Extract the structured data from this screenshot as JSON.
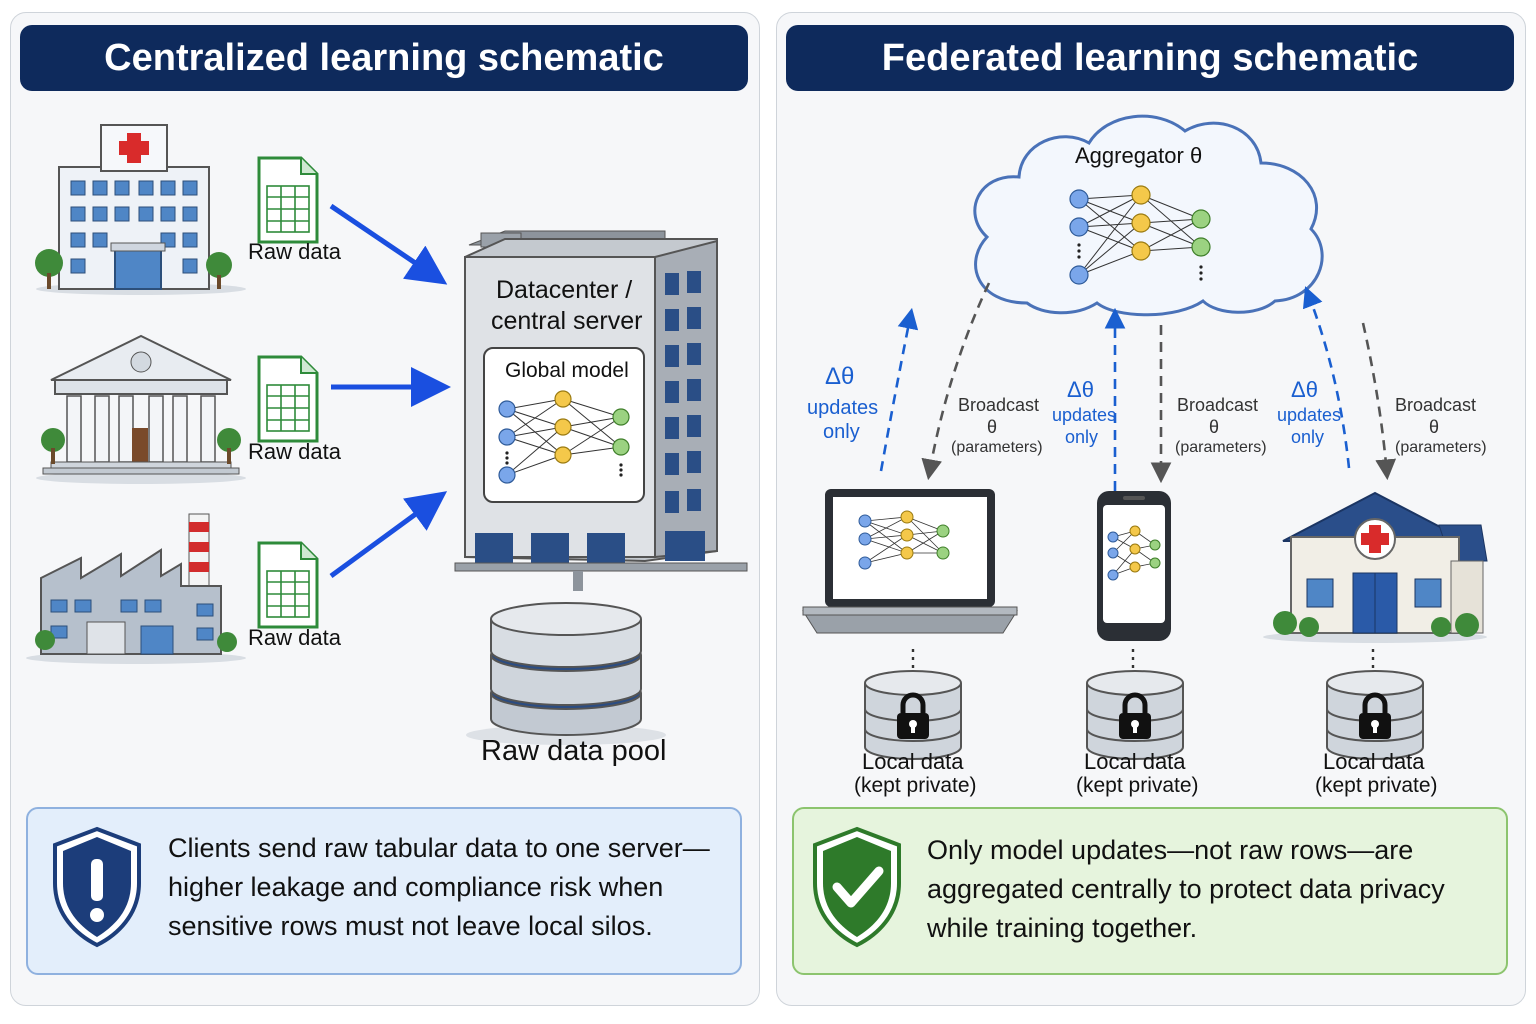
{
  "left": {
    "title": "Centralized learning schematic",
    "clients": [
      {
        "name": "hospital",
        "label": "Raw data"
      },
      {
        "name": "bank",
        "label": "Raw data"
      },
      {
        "name": "factory",
        "label": "Raw data"
      }
    ],
    "server_label_1": "Datacenter /",
    "server_label_2": "central server",
    "model_label": "Global model",
    "pool_label": "Raw data pool",
    "note": [
      "Clients send raw tabular data to one server—",
      "higher leakage and compliance risk when",
      "sensitive rows must not leave local silos."
    ]
  },
  "right": {
    "title": "Federated learning schematic",
    "aggregator_label": "Aggregator θ",
    "update_label": [
      "Δθ",
      "updates",
      "only"
    ],
    "broadcast_label": [
      "Broadcast",
      "θ",
      "(parameters)"
    ],
    "local_label": [
      "Local data",
      "(kept private)"
    ],
    "clients": [
      "laptop",
      "phone",
      "clinic"
    ],
    "note": [
      "Only model updates—not raw rows—are",
      "aggregated centrally to protect data privacy",
      "while training together."
    ]
  },
  "colors": {
    "header": "#0e2a5c",
    "arrow_blue": "#1a4fe0",
    "update_blue": "#1a5fd0",
    "left_callout_bg": "#e3eefb",
    "right_callout_bg": "#e6f4dd",
    "node_blue": "#6a9ee8",
    "node_yellow": "#f4c84a",
    "node_green": "#8fcf73"
  }
}
